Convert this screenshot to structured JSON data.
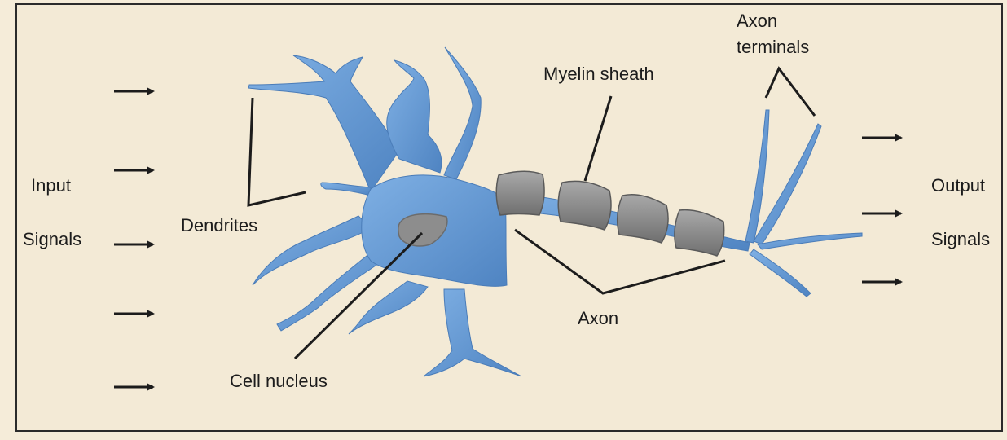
{
  "labels": {
    "input_line1": "Input",
    "input_line2": "Signals",
    "output_line1": "Output",
    "output_line2": "Signals",
    "dendrites": "Dendrites",
    "cell_nucleus": "Cell nucleus",
    "myelin_sheath": "Myelin sheath",
    "axon": "Axon",
    "axon_terminals_line1": "Axon",
    "axon_terminals_line2": "terminals"
  },
  "colors": {
    "background": "#f3ead6",
    "neuron": "#5f93cf",
    "myelin": "#8a8a8a",
    "lines": "#1c1c1c"
  },
  "input_arrow_count": 5,
  "output_arrow_count": 3
}
